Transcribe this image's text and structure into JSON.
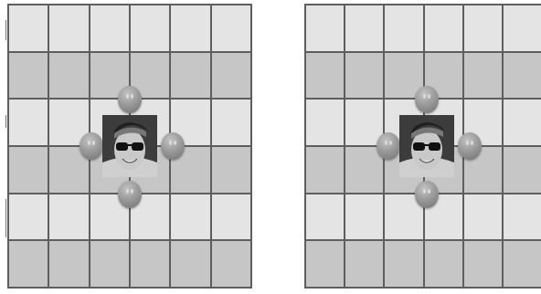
{
  "boards": [
    {
      "id": "left",
      "rows": 6,
      "cols": 6,
      "row_shades": [
        "light",
        "dark",
        "light",
        "dark",
        "light",
        "dark"
      ]
    },
    {
      "id": "right",
      "rows": 6,
      "cols": 6,
      "row_shades": [
        "light",
        "dark",
        "light",
        "dark",
        "light",
        "dark"
      ]
    }
  ],
  "pieces": {
    "player": {
      "name": "player-portrait",
      "icon": "face-portrait-icon",
      "position": {
        "row": 3,
        "col": 3
      }
    },
    "neighbors": [
      {
        "direction": "up",
        "icon": "gray-ball-icon",
        "position": {
          "row": 2,
          "col": 3
        }
      },
      {
        "direction": "left",
        "icon": "gray-ball-icon",
        "position": {
          "row": 3,
          "col": 2
        }
      },
      {
        "direction": "right",
        "icon": "gray-ball-icon",
        "position": {
          "row": 3,
          "col": 4
        }
      },
      {
        "direction": "down",
        "icon": "gray-ball-icon",
        "position": {
          "row": 4,
          "col": 3
        }
      }
    ]
  },
  "colors": {
    "light_cell": "#e4e4e4",
    "dark_cell": "#c6c6c6",
    "grid_line": "#5e5e5e",
    "ball": "#9a9a9a"
  }
}
